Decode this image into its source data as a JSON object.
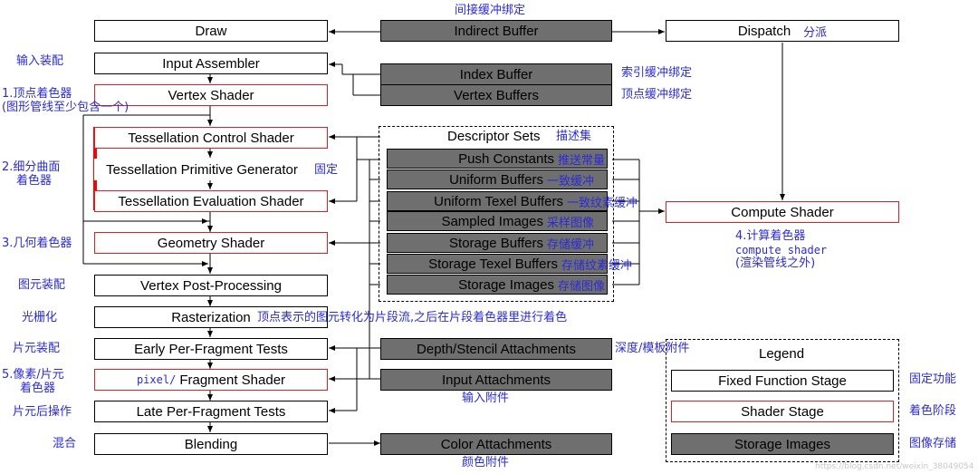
{
  "pipeline": {
    "draw": "Draw",
    "input_assembler": "Input Assembler",
    "vertex_shader": "Vertex Shader",
    "tess_control": "Tessellation Control Shader",
    "tess_primitive": "Tessellation Primitive Generator",
    "tess_eval": "Tessellation Evaluation Shader",
    "geometry_shader": "Geometry Shader",
    "vertex_post": "Vertex Post-Processing",
    "rasterization": "Rasterization",
    "early_tests": "Early Per-Fragment Tests",
    "fragment_shader": "Fragment Shader",
    "late_tests": "Late Per-Fragment Tests",
    "blending": "Blending"
  },
  "resources": {
    "indirect_buffer": "Indirect Buffer",
    "index_buffer": "Index Buffer",
    "vertex_buffers": "Vertex Buffers",
    "depth_stencil": "Depth/Stencil Attachments",
    "input_attachments": "Input Attachments",
    "color_attachments": "Color Attachments"
  },
  "descriptor_sets": {
    "title": "Descriptor Sets",
    "items": [
      "Push Constants",
      "Uniform Buffers",
      "Uniform Texel Buffers",
      "Sampled Images",
      "Storage Buffers",
      "Storage Texel Buffers",
      "Storage Images"
    ]
  },
  "compute": {
    "dispatch": "Dispatch",
    "compute_shader": "Compute Shader"
  },
  "legend": {
    "title": "Legend",
    "fixed": "Fixed Function Stage",
    "shader": "Shader Stage",
    "storage": "Storage Images"
  },
  "annotations": {
    "indirect": "间接缓冲绑定",
    "dispatch": "分派",
    "input_assembler": "输入装配",
    "vertex_shader_1": "1.顶点着色器",
    "vertex_shader_2": "(图形管线至少包含一个)",
    "index_buffer": "索引缓冲绑定",
    "vertex_buffers": "顶点缓冲绑定",
    "descriptor_sets": "描述集",
    "tess_1": "2.细分曲面",
    "tess_2": "着色器",
    "fixed_tag": "固定",
    "push_constants": "推送常量",
    "uniform_buffers": "一致缓冲",
    "uniform_texel": "一致纹素缓冲",
    "sampled_images": "采样图像",
    "storage_buffers": "存储缓冲",
    "storage_texel": "存储纹素缓冲",
    "storage_images": "存储图像",
    "geometry": "3.几何着色器",
    "compute_1": "4.计算着色器",
    "compute_2": "compute shader",
    "compute_3": "(渲染管线之外)",
    "vertex_post": "图元装配",
    "raster_left": "光栅化",
    "raster_right": "顶点表示的图元转化为片段流,之后在片段着色器里进行着色",
    "early_tests": "片元装配",
    "depth_stencil": "深度/模板附件",
    "fragment_1": "5.像素/片元",
    "fragment_2": "着色器",
    "pixel": "pixel/",
    "input_attachments": "输入附件",
    "late_tests": "片元后操作",
    "blending": "混合",
    "color_attachments": "颜色附件",
    "legend_fixed": "固定功能",
    "legend_shader": "着色阶段",
    "legend_storage": "图像存储"
  },
  "watermark": "https://blog.csdn.net/weixin_38049054",
  "colors": {
    "fixed_border": "#000000",
    "shader_border": "#e02020",
    "storage_fill": "#6f6f6f",
    "annotation": "#2b2bd6",
    "tess_bar": "#ff0000"
  }
}
